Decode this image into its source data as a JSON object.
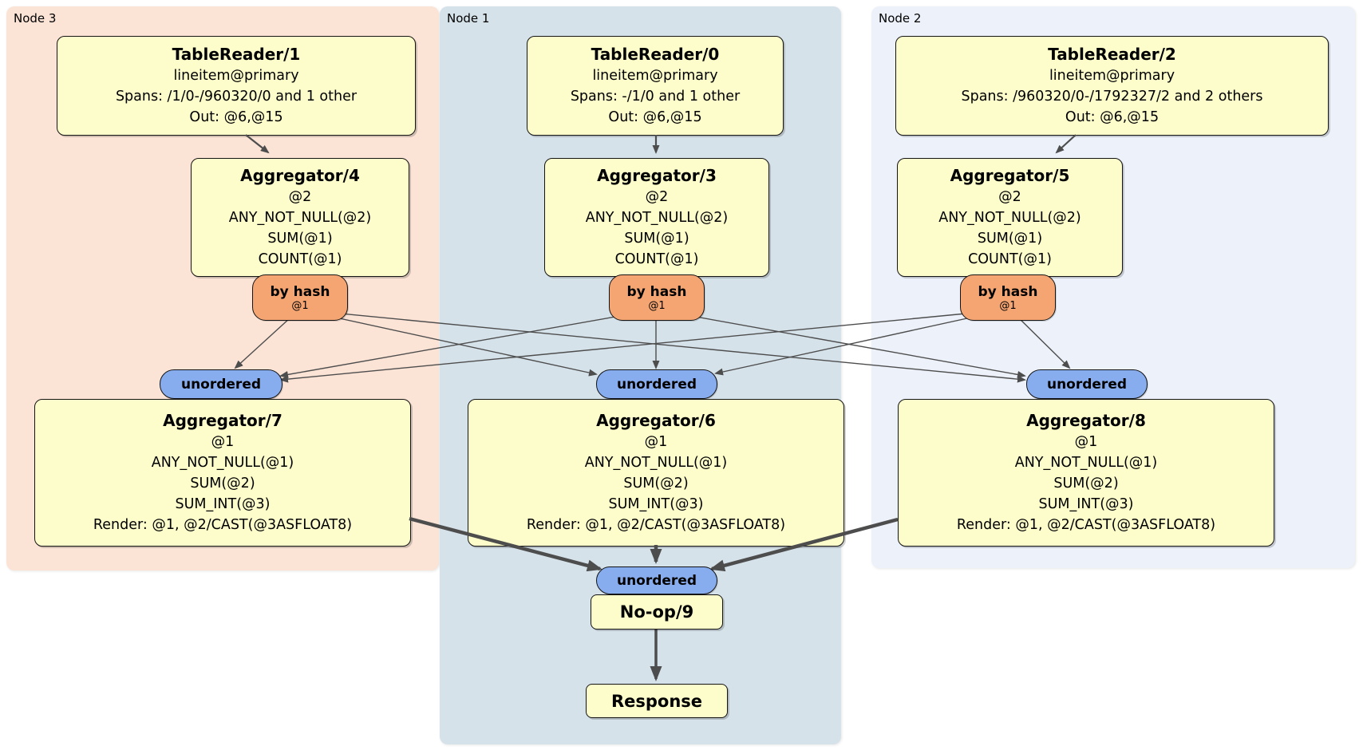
{
  "regions": {
    "node3": {
      "label": "Node 3"
    },
    "node1": {
      "label": "Node 1"
    },
    "node2": {
      "label": "Node 2"
    }
  },
  "processors": {
    "tr1": {
      "title": "TableReader/1",
      "lines": [
        "lineitem@primary",
        "Spans: /1/0-/960320/0 and 1 other",
        "Out: @6,@15"
      ]
    },
    "tr0": {
      "title": "TableReader/0",
      "lines": [
        "lineitem@primary",
        "Spans: -/1/0 and 1 other",
        "Out: @6,@15"
      ]
    },
    "tr2": {
      "title": "TableReader/2",
      "lines": [
        "lineitem@primary",
        "Spans: /960320/0-/1792327/2 and 2 others",
        "Out: @6,@15"
      ]
    },
    "agg4": {
      "title": "Aggregator/4",
      "lines": [
        "@2",
        "ANY_NOT_NULL(@2)",
        "SUM(@1)",
        "COUNT(@1)"
      ]
    },
    "agg3": {
      "title": "Aggregator/3",
      "lines": [
        "@2",
        "ANY_NOT_NULL(@2)",
        "SUM(@1)",
        "COUNT(@1)"
      ]
    },
    "agg5": {
      "title": "Aggregator/5",
      "lines": [
        "@2",
        "ANY_NOT_NULL(@2)",
        "SUM(@1)",
        "COUNT(@1)"
      ]
    },
    "agg7": {
      "title": "Aggregator/7",
      "lines": [
        "@1",
        "ANY_NOT_NULL(@1)",
        "SUM(@2)",
        "SUM_INT(@3)",
        "Render: @1, @2/CAST(@3ASFLOAT8)"
      ]
    },
    "agg6": {
      "title": "Aggregator/6",
      "lines": [
        "@1",
        "ANY_NOT_NULL(@1)",
        "SUM(@2)",
        "SUM_INT(@3)",
        "Render: @1, @2/CAST(@3ASFLOAT8)"
      ]
    },
    "agg8": {
      "title": "Aggregator/8",
      "lines": [
        "@1",
        "ANY_NOT_NULL(@1)",
        "SUM(@2)",
        "SUM_INT(@3)",
        "Render: @1, @2/CAST(@3ASFLOAT8)"
      ]
    },
    "noop": {
      "title": "No-op/9"
    },
    "response": {
      "title": "Response"
    }
  },
  "routers": {
    "by_hash": {
      "label": "by hash",
      "tag": "@1"
    }
  },
  "streams": {
    "unordered": "unordered"
  },
  "edges": [
    {
      "from": "tr1",
      "to": "agg4"
    },
    {
      "from": "tr0",
      "to": "agg3"
    },
    {
      "from": "tr2",
      "to": "agg5"
    },
    {
      "from": "hash-agg4",
      "to": "unordered-agg7"
    },
    {
      "from": "hash-agg4",
      "to": "unordered-agg6"
    },
    {
      "from": "hash-agg4",
      "to": "unordered-agg8"
    },
    {
      "from": "hash-agg3",
      "to": "unordered-agg7"
    },
    {
      "from": "hash-agg3",
      "to": "unordered-agg6"
    },
    {
      "from": "hash-agg3",
      "to": "unordered-agg8"
    },
    {
      "from": "hash-agg5",
      "to": "unordered-agg7"
    },
    {
      "from": "hash-agg5",
      "to": "unordered-agg6"
    },
    {
      "from": "hash-agg5",
      "to": "unordered-agg8"
    },
    {
      "from": "agg7",
      "to": "unordered-noop"
    },
    {
      "from": "agg6",
      "to": "unordered-noop"
    },
    {
      "from": "agg8",
      "to": "unordered-noop"
    },
    {
      "from": "noop",
      "to": "response"
    }
  ],
  "colors": {
    "node3_bg": "#fbe3d6",
    "node1_bg": "#d6e2ea",
    "node2_bg": "#ecf1fa",
    "box_bg": "#fdfdcb",
    "router_bg": "#f5a572",
    "stream_bg": "#87adef",
    "edge": "#4d4d4d"
  }
}
